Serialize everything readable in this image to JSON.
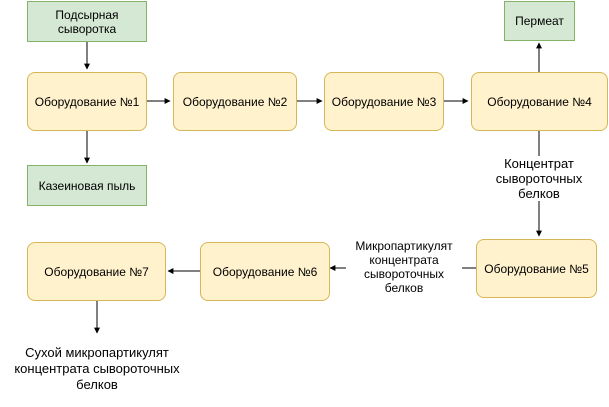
{
  "nodes": {
    "input": "Подсырная сыворотка",
    "eq1": "Оборудование №1",
    "eq2": "Оборудование №2",
    "eq3": "Оборудование №3",
    "eq4": "Оборудование №4",
    "eq5": "Оборудование №5",
    "eq6": "Оборудование №6",
    "eq7": "Оборудование №7",
    "permeate": "Пермеат",
    "casein": "Казеиновая пыль"
  },
  "labels": {
    "concentrate": "Концентрат сывороточных белков",
    "micro": "Микропартикулят концентрата сывороточных белков",
    "dry": "Сухой микропартикулят концентрата сывороточных белков"
  },
  "colors": {
    "process_fill": "#fff2cc",
    "process_stroke": "#d6b656",
    "terminal_fill": "#d5e8d4",
    "terminal_stroke": "#82b366",
    "edge": "#000000"
  }
}
